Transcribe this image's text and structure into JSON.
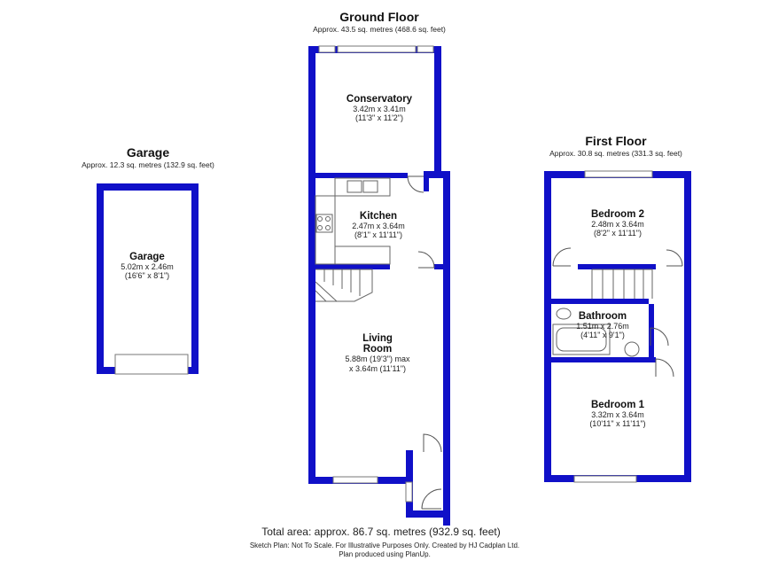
{
  "colors": {
    "wall": "#1010c8",
    "text": "#111111",
    "background": "#ffffff"
  },
  "floors": {
    "ground": {
      "title": "Ground Floor",
      "area": "Approx. 43.5 sq. metres (468.6 sq. feet)"
    },
    "first": {
      "title": "First Floor",
      "area": "Approx. 30.8 sq. metres (331.3 sq. feet)"
    },
    "garage": {
      "title": "Garage",
      "area": "Approx. 12.3 sq. metres (132.9 sq. feet)"
    }
  },
  "rooms": {
    "conservatory": {
      "name": "Conservatory",
      "dims": "3.42m x 3.41m",
      "imperial": "(11'3\" x 11'2\")"
    },
    "kitchen": {
      "name": "Kitchen",
      "dims": "2.47m x 3.64m",
      "imperial": "(8'1\" x 11'11\")"
    },
    "living": {
      "name_line1": "Living",
      "name_line2": "Room",
      "dims": "5.88m (19'3\") max",
      "imperial": "x 3.64m (11'11\")"
    },
    "garage": {
      "name": "Garage",
      "dims": "5.02m x 2.46m",
      "imperial": "(16'6\" x 8'1\")"
    },
    "bedroom2": {
      "name": "Bedroom 2",
      "dims": "2.48m x 3.64m",
      "imperial": "(8'2\" x 11'11\")"
    },
    "bathroom": {
      "name": "Bathroom",
      "dims": "1.51m x 2.76m",
      "imperial": "(4'11\" x 9'1\")"
    },
    "bedroom1": {
      "name": "Bedroom 1",
      "dims": "3.32m x 3.64m",
      "imperial": "(10'11\" x 11'11\")"
    }
  },
  "footer": {
    "total": "Total area: approx. 86.7 sq. metres (932.9 sq. feet)",
    "disclaimer": "Sketch Plan: Not To Scale. For Illustrative Purposes Only. Created by HJ Cadplan Ltd.",
    "software": "Plan produced using PlanUp."
  }
}
